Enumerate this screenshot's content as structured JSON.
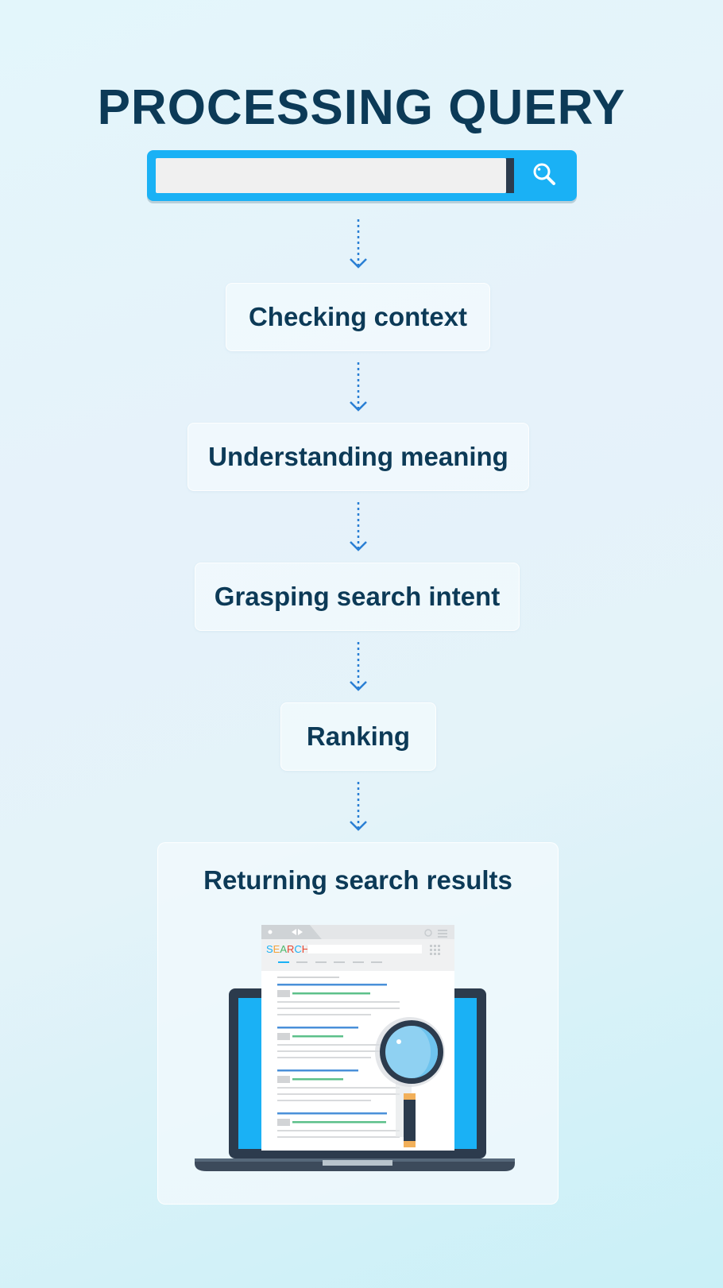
{
  "title": "PROCESSING QUERY",
  "search": {
    "value": "",
    "icon": "search-icon"
  },
  "steps": [
    {
      "label": "Checking context"
    },
    {
      "label": "Understanding meaning"
    },
    {
      "label": "Grasping search intent"
    },
    {
      "label": "Ranking"
    }
  ],
  "final": {
    "title": "Returning search results",
    "browser_logo": "SEARCH",
    "logo_colors": [
      "#1ab1f5",
      "#f2a23a",
      "#4cb86a",
      "#e8452f",
      "#1ab1f5",
      "#e8452f"
    ]
  },
  "colors": {
    "accent": "#1ab1f5",
    "heading": "#0c3a57",
    "arrow": "#2a7fd4"
  }
}
